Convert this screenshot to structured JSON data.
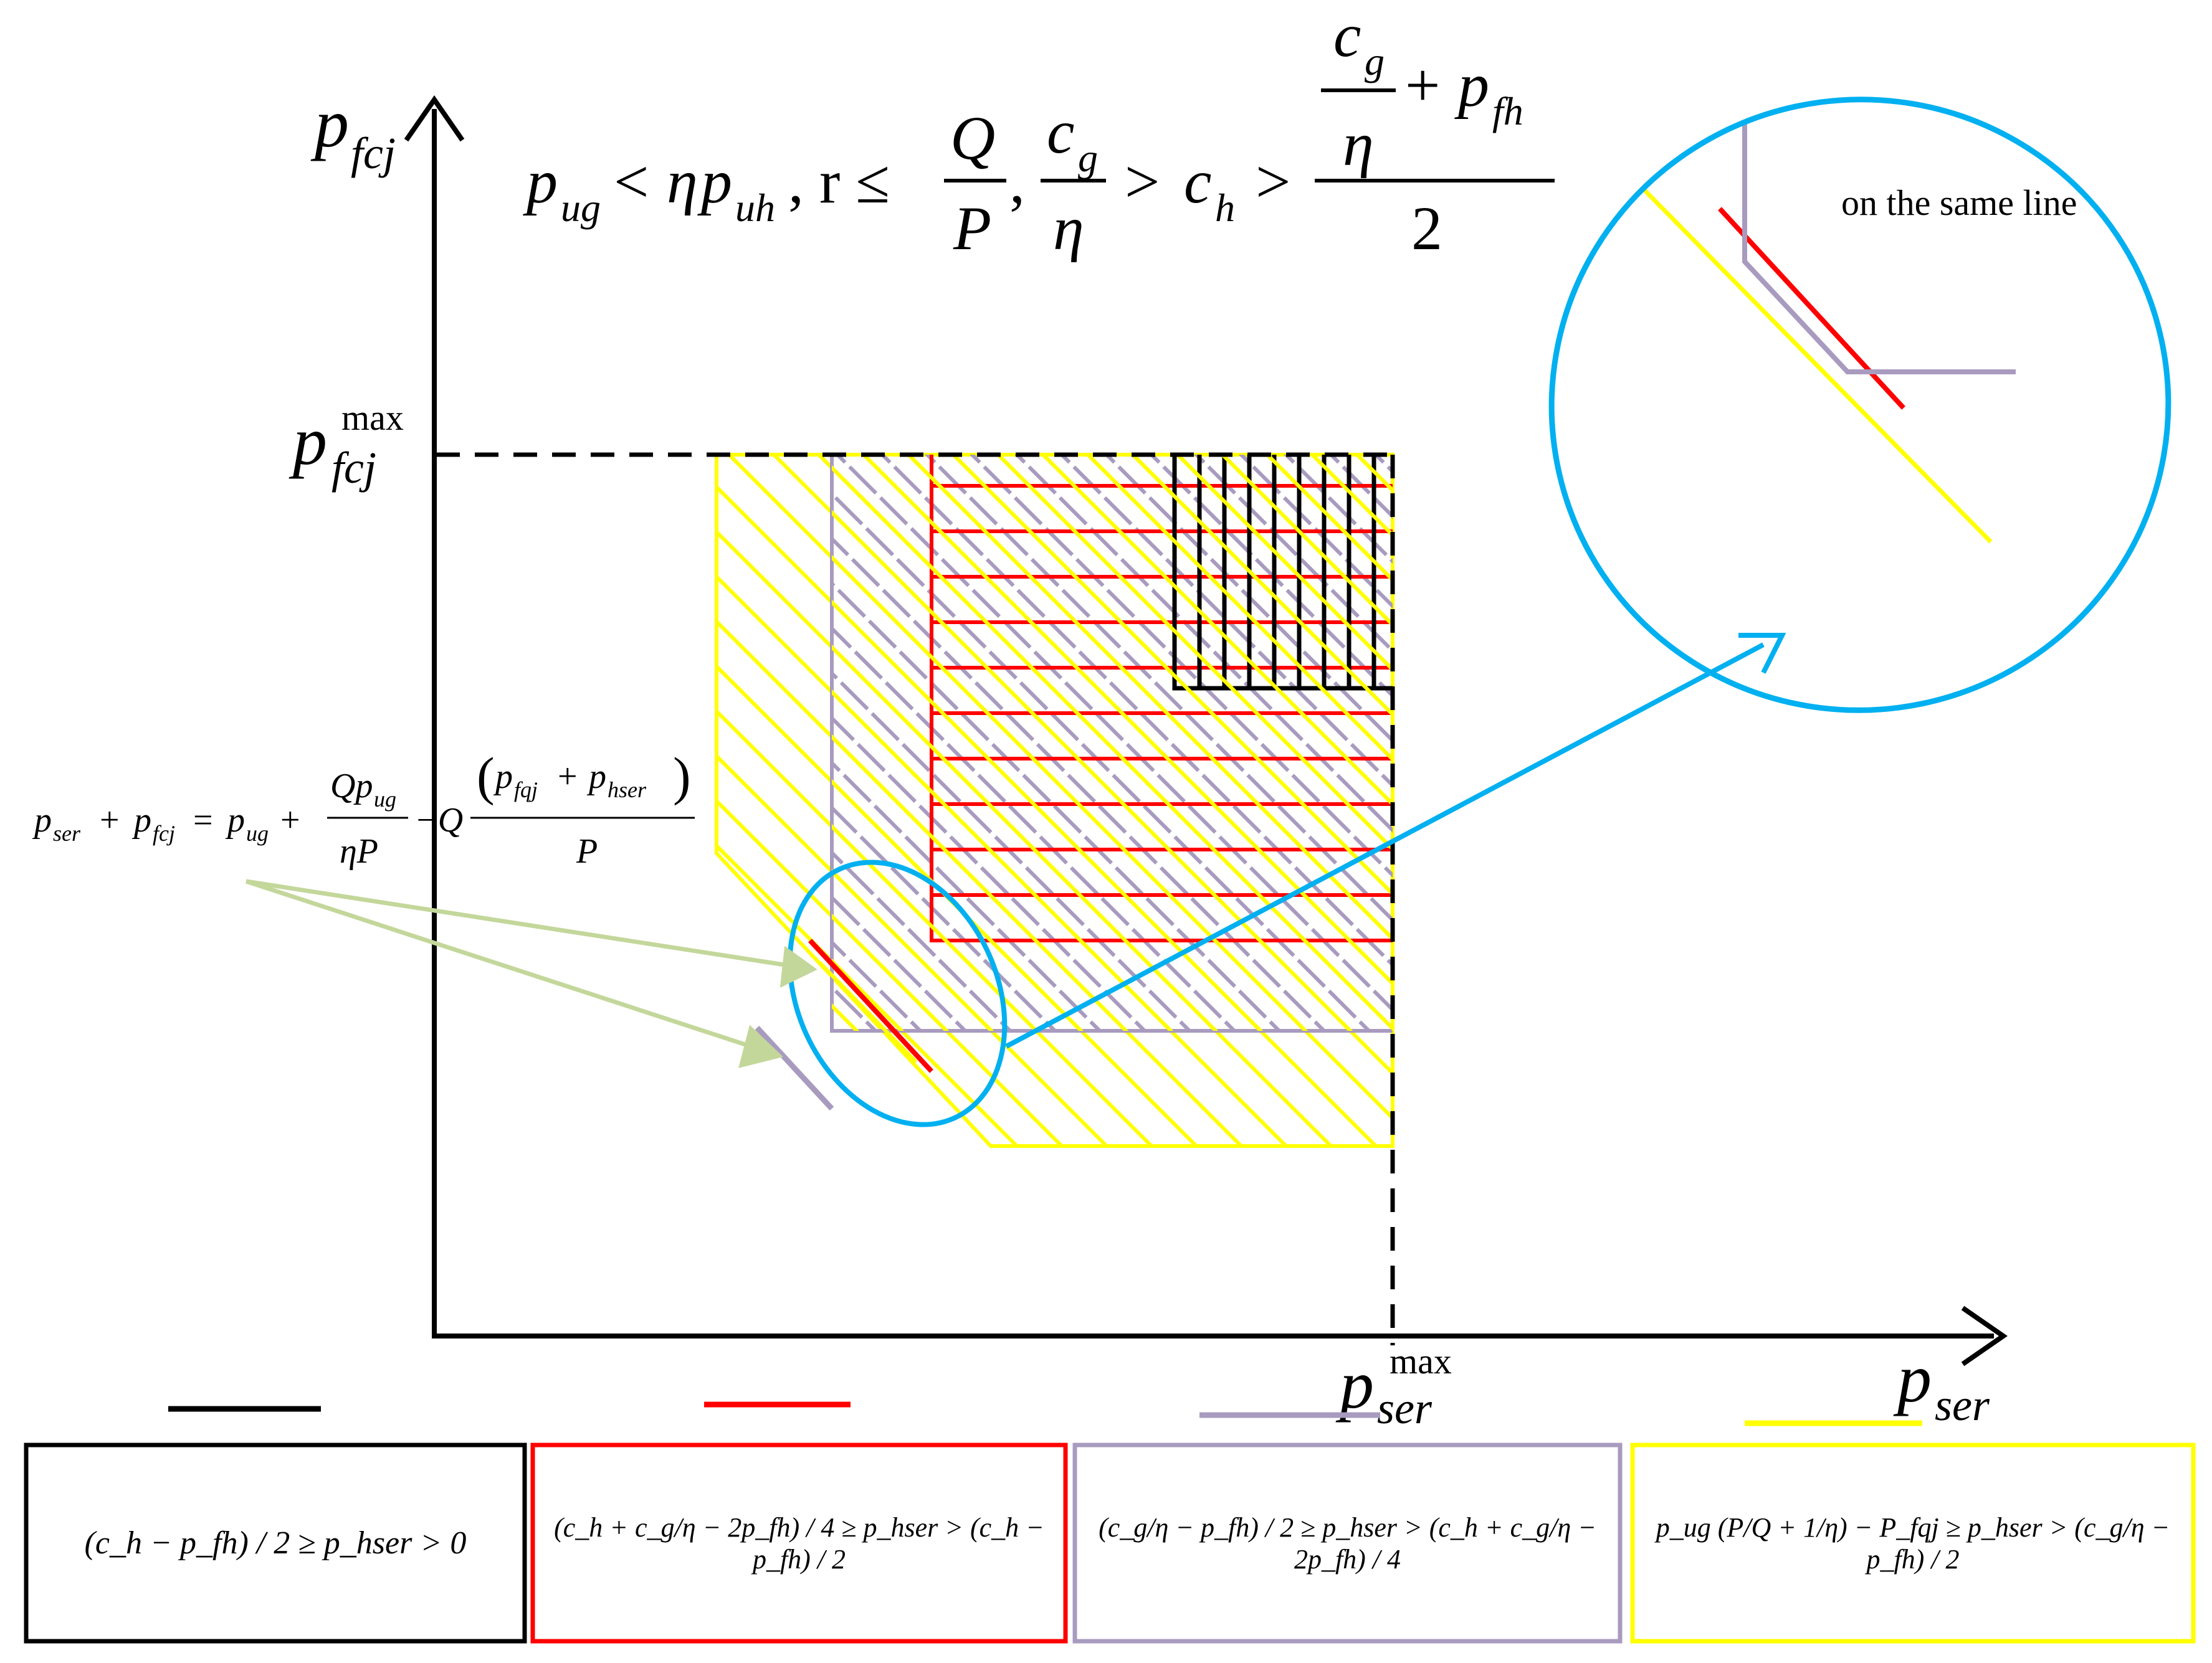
{
  "colors": {
    "black": "#000000",
    "red": "#ff0000",
    "purple": "#a89bbf",
    "yellow": "#ffff00",
    "blue": "#00b0f0",
    "green": "#c4d79b"
  },
  "axes": {
    "y_label_base": "p",
    "y_label_sub": "fcj",
    "x_label_base": "p",
    "x_label_sub": "ser",
    "y_max_sup": "max",
    "y_max_base": "p",
    "y_max_sub": "fcj",
    "x_max_sup": "max",
    "x_max_base": "p",
    "x_max_sub": "ser"
  },
  "zoom_note": "on the same line",
  "title_condition": {
    "p": "p",
    "ug": "ug",
    "lt": "<",
    "eta": "η",
    "uh": "uh",
    "comma_r": ", r ≤",
    "Q": "Q",
    "P": "P",
    "comma": ",",
    "c": "c",
    "g": "g",
    "gt": ">",
    "h": "h",
    "fh": "fh",
    "plus": "+",
    "two": "2"
  },
  "boundary_equation": {
    "lhs": "p",
    "ser": "ser",
    "plus": "+",
    "fcj": "fcj",
    "eq": "=",
    "ug": "ug",
    "Qp": "Qp",
    "etaP": "ηP",
    "minus": "−Q",
    "fqj": "fqj",
    "hser": "hser",
    "P": "P"
  },
  "legend": [
    {
      "color": "black",
      "text": "(c_h − p_fh) / 2 ≥ p_hser > 0"
    },
    {
      "color": "red",
      "text": "(c_h + c_g/η − 2p_fh) / 4 ≥ p_hser > (c_h − p_fh) / 2"
    },
    {
      "color": "purple",
      "text": "(c_g/η − p_fh) / 2 ≥ p_hser > (c_h + c_g/η − 2p_fh) / 4"
    },
    {
      "color": "yellow",
      "text": "p_ug (P/Q + 1/η) − P_fqj ≥ p_hser > (c_g/η − p_fh) / 2"
    }
  ],
  "icons": {
    "arrow": "arrowhead-icon"
  }
}
